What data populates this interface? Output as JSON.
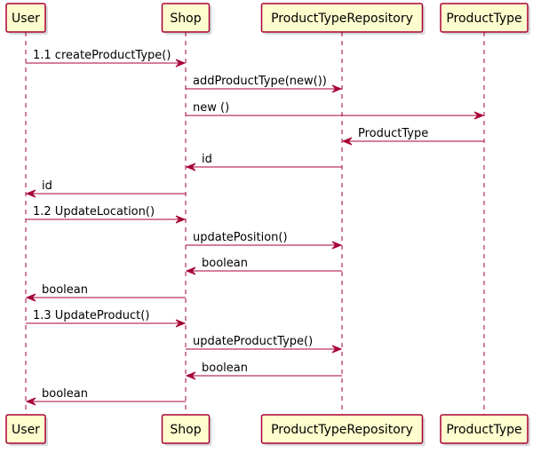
{
  "diagram": {
    "type": "sequence",
    "participants": [
      {
        "id": "user",
        "label": "User"
      },
      {
        "id": "shop",
        "label": "Shop"
      },
      {
        "id": "repo",
        "label": "ProductTypeRepository"
      },
      {
        "id": "ptype",
        "label": "ProductType"
      }
    ],
    "messages": [
      {
        "from": "user",
        "to": "shop",
        "label": "1.1 createProductType()"
      },
      {
        "from": "shop",
        "to": "repo",
        "label": "addProductType(new())"
      },
      {
        "from": "shop",
        "to": "ptype",
        "label": "new ()"
      },
      {
        "from": "ptype",
        "to": "repo",
        "label": "ProductType"
      },
      {
        "from": "repo",
        "to": "shop",
        "label": "id"
      },
      {
        "from": "shop",
        "to": "user",
        "label": "id"
      },
      {
        "from": "user",
        "to": "shop",
        "label": "1.2 UpdateLocation()"
      },
      {
        "from": "shop",
        "to": "repo",
        "label": "updatePosition()"
      },
      {
        "from": "repo",
        "to": "shop",
        "label": "boolean"
      },
      {
        "from": "shop",
        "to": "user",
        "label": "boolean"
      },
      {
        "from": "user",
        "to": "shop",
        "label": "1.3 UpdateProduct()"
      },
      {
        "from": "shop",
        "to": "repo",
        "label": "updateProductType()"
      },
      {
        "from": "repo",
        "to": "shop",
        "label": "boolean"
      },
      {
        "from": "shop",
        "to": "user",
        "label": "boolean"
      }
    ]
  },
  "colors": {
    "box_fill": "#FEFECE",
    "box_stroke": "#A80036",
    "arrow": "#A80036",
    "text": "#000000"
  }
}
